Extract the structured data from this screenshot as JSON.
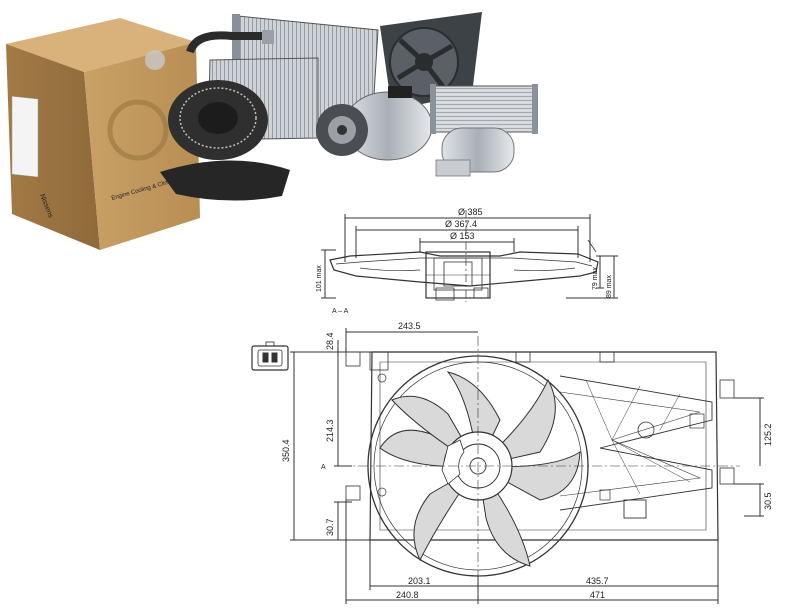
{
  "product_photo": {
    "box_brand": "Nissens",
    "box_tagline": "Engine Cooling & Climate",
    "items": [
      "carton-box",
      "blower-motor",
      "evaporator",
      "condenser",
      "radiator-fan",
      "ac-compressor",
      "heater-core",
      "receiver-drier"
    ]
  },
  "section_view": {
    "section_label": "A – A",
    "dims": {
      "d385": "Ø 385",
      "d367": "Ø 367.4",
      "d153": "Ø 153",
      "h101": "101 max",
      "h79": "79 max",
      "h89": "89 max"
    }
  },
  "front_view": {
    "section_marker": "A",
    "dims": {
      "w243": "243.5",
      "h28": "28.4",
      "h214": "214.3",
      "h350": "350.4",
      "h30_7": "30.7",
      "h125": "125.2",
      "h30_5": "30.5",
      "w203": "203.1",
      "w435": "435.7",
      "w240": "240.8",
      "w471": "471"
    }
  },
  "colors": {
    "line": "#333333",
    "box": "#c8a46a",
    "metal": "#b9bec4"
  }
}
